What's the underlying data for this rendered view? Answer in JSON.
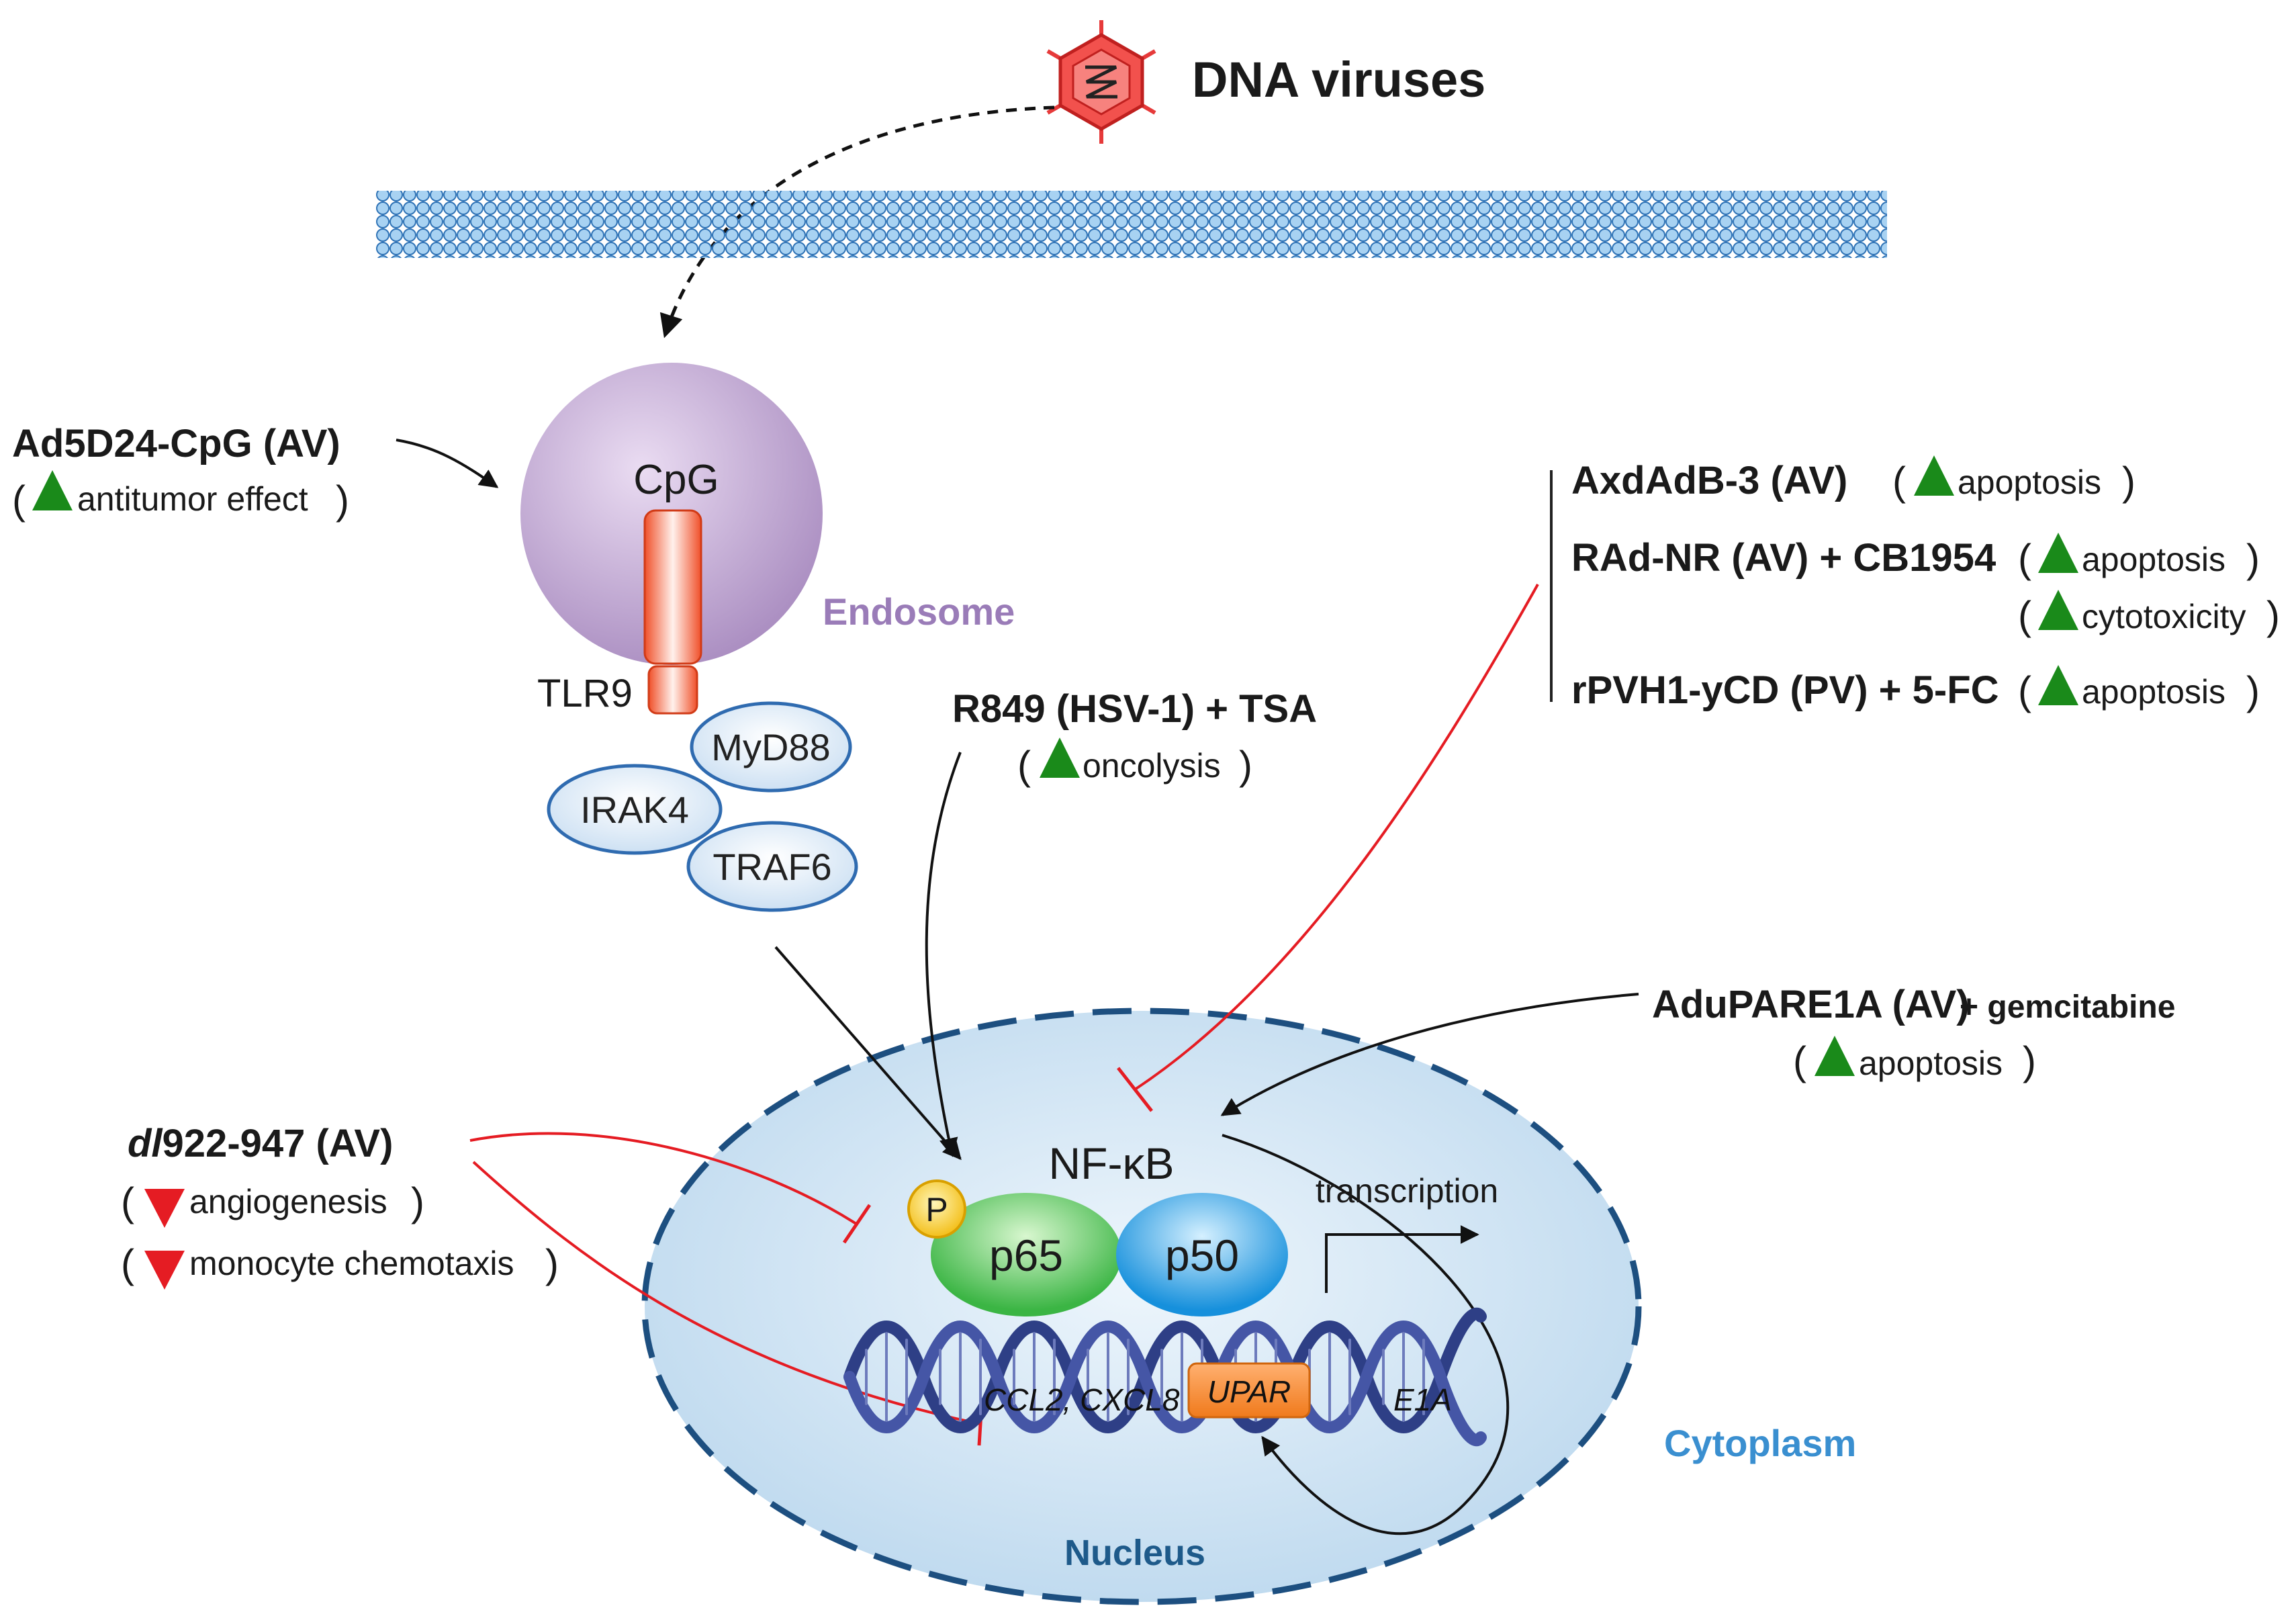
{
  "virus": {
    "label": "DNA viruses"
  },
  "compartments": {
    "endosome": "Endosome",
    "cytoplasm": "Cytoplasm",
    "nucleus": "Nucleus"
  },
  "proteins": {
    "cpg": "CpG",
    "tlr9": "TLR9",
    "myd88": "MyD88",
    "irak4": "IRAK4",
    "traf6": "TRAF6",
    "nfkb": "NF-κB",
    "p": "P",
    "p65": "p65",
    "p50": "p50"
  },
  "genes": {
    "ccl2": "CCL2, CXCL8",
    "upar": "UPAR",
    "e1a": "E1A",
    "transcription": "transcription"
  },
  "treatments": {
    "ad5d24": {
      "name": "Ad5D24-CpG (AV)",
      "effect": "antitumor effect"
    },
    "r849": {
      "name": "R849 (HSV-1) + TSA",
      "effect": "oncolysis"
    },
    "axdadb3": {
      "name": "AxdAdB-3 (AV)",
      "effect": "apoptosis"
    },
    "radnr": {
      "name": "RAd-NR (AV) + CB1954",
      "effect1": "apoptosis",
      "effect2": "cytotoxicity"
    },
    "rpvh1": {
      "name": "rPVH1-yCD (PV) + 5-FC",
      "effect": "apoptosis"
    },
    "adupare1a": {
      "name": "AduPARE1A (AV)",
      "extra": "+ gemcitabine",
      "effect": "apoptosis"
    },
    "dl922": {
      "name_italic": "dl",
      "name_rest": "922-947 (AV)",
      "effect1": "angiogenesis",
      "effect2": "monocyte chemotaxis"
    }
  },
  "colors": {
    "increase": "#1a8a1a",
    "decrease": "#e51c23",
    "endosome": "#a98cc0",
    "nucleus_label": "#1e5a8a",
    "cytoplasm_label": "#3a8fd0",
    "tlr9": "#f0502a",
    "p65": "#44c04a",
    "p50": "#1f9ae0",
    "inhibition": "#e51c23"
  }
}
